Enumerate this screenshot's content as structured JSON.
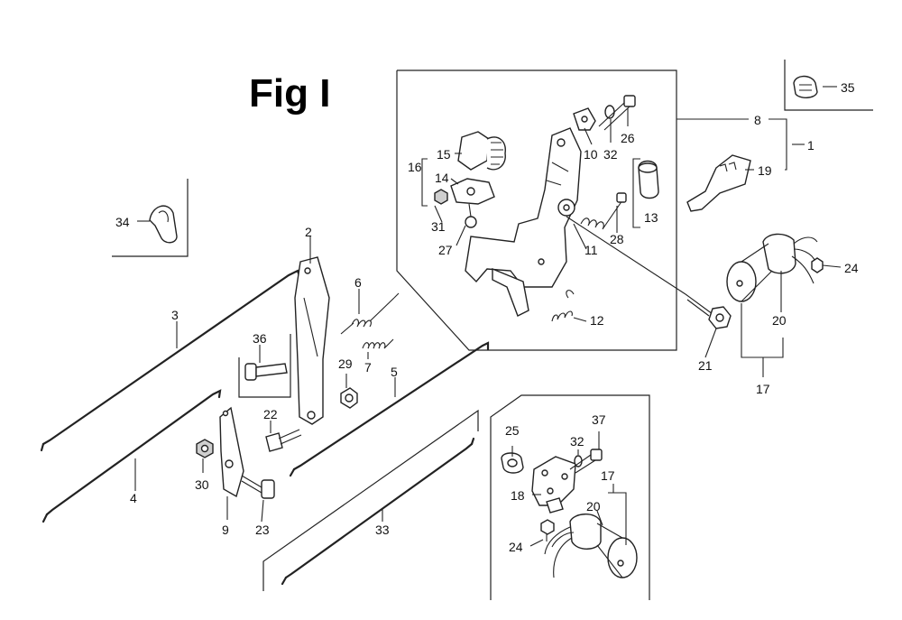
{
  "figure": {
    "title": "Fig I"
  },
  "part_labels": [
    "1",
    "2",
    "3",
    "4",
    "5",
    "6",
    "7",
    "8",
    "9",
    "10",
    "11",
    "12",
    "13",
    "14",
    "15",
    "16",
    "17",
    "18",
    "19",
    "20",
    "20",
    "21",
    "22",
    "23",
    "24",
    "24",
    "25",
    "26",
    "27",
    "28",
    "29",
    "30",
    "31",
    "32",
    "32",
    "33",
    "34",
    "35",
    "36",
    "37",
    "17"
  ]
}
